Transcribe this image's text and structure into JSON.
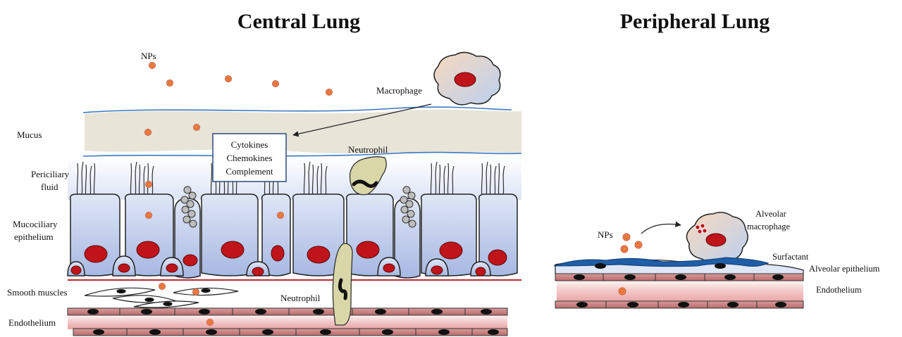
{
  "titles": {
    "central": "Central Lung",
    "peripheral": "Peripheral Lung"
  },
  "central": {
    "nps": "NPs",
    "macrophage": "Macrophage",
    "mucus": "Mucus",
    "periciliary_1": "Periciliary",
    "periciliary_2": "fluid",
    "mucociliary_1": "Mucociliary",
    "mucociliary_2": "epithelium",
    "smooth_muscles": "Smooth muscles",
    "endothelium": "Endothelium",
    "neutrophil_top": "Neutrophil",
    "neutrophil_bottom": "Neutrophil",
    "signals": [
      "Cytokines",
      "Chemokines",
      "Complement"
    ]
  },
  "peripheral": {
    "nps": "NPs",
    "alveolar_macrophage_1": "Alveolar",
    "alveolar_macrophage_2": "macrophage",
    "surfactant": "Surfactant",
    "alveolar_epithelium": "Alveolar epithelium",
    "endothelium": "Endothelium"
  },
  "colors": {
    "cell_fill": "#b9c8ea",
    "nucleus": "#c0141b",
    "mucus": "#e6e2d6",
    "endothelium": "#c98a8a",
    "surfactant": "#1f5fa8",
    "np_ring": "#d8642a",
    "neutrophil": "#d9d6a8"
  }
}
